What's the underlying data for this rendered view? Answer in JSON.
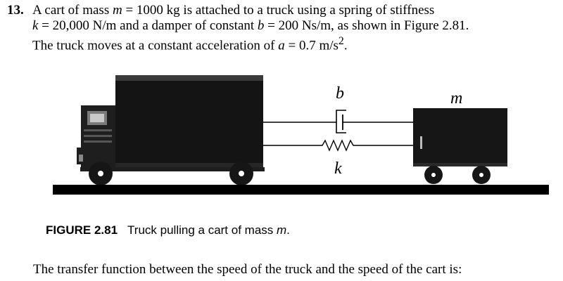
{
  "problem": {
    "number": "13.",
    "line1_pre": "A cart of mass ",
    "var_m": "m",
    "line1_mid": " = 1000 kg is attached to a truck using a spring of stiffness",
    "var_k": "k",
    "line2_mid": " = 20,000 N/m and a damper of constant ",
    "var_b": "b",
    "line2_end": " = 200 Ns/m, as shown in Figure 2.81.",
    "line3_pre": "The truck moves at a constant acceleration of ",
    "var_a": "a",
    "line3_mid": " = 0.7 m/s",
    "line3_sup": "2",
    "line3_end": "."
  },
  "figure": {
    "label_b": "b",
    "label_k": "k",
    "label_m": "m"
  },
  "caption": {
    "label": "FIGURE 2.81",
    "text": "Truck pulling a cart of mass ",
    "var": "m",
    "end": "."
  },
  "question": {
    "text": "The transfer function between the speed of the truck and the speed of the cart is:"
  }
}
